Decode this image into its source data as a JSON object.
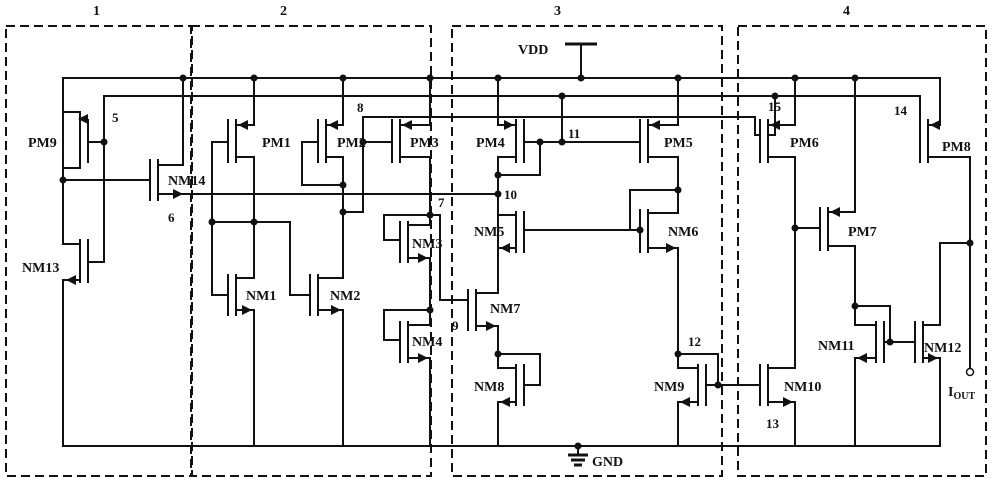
{
  "sections": [
    "1",
    "2",
    "3",
    "4"
  ],
  "supply": {
    "vdd": "VDD",
    "gnd": "GND"
  },
  "output": {
    "label": "I",
    "subscript": "OUT"
  },
  "transistors": {
    "pm9": "PM9",
    "pm1": "PM1",
    "pm2": "PM2",
    "pm3": "PM3",
    "pm4": "PM4",
    "pm5": "PM5",
    "pm6": "PM6",
    "pm7": "PM7",
    "pm8": "PM8",
    "nm14": "NM14",
    "nm13": "NM13",
    "nm1": "NM1",
    "nm2": "NM2",
    "nm3": "NM3",
    "nm4": "NM4",
    "nm5": "NM5",
    "nm6": "NM6",
    "nm7": "NM7",
    "nm8": "NM8",
    "nm9": "NM9",
    "nm10": "NM10",
    "nm11": "NM11",
    "nm12": "NM12"
  },
  "nodes": {
    "n5": "5",
    "n6": "6",
    "n7": "7",
    "n8": "8",
    "n9": "9",
    "n10": "10",
    "n11": "11",
    "n12": "12",
    "n13": "13",
    "n14": "14",
    "n15": "15"
  }
}
